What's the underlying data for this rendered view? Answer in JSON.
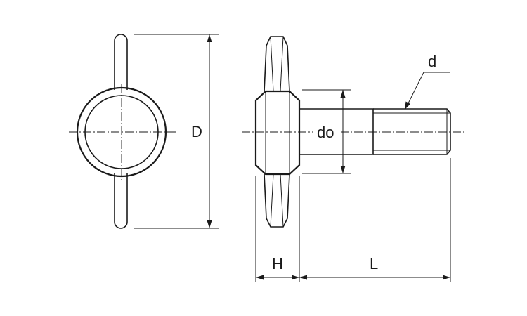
{
  "labels": {
    "D": "D",
    "H": "H",
    "L": "L",
    "do": "do",
    "d": "d"
  },
  "colors": {
    "line": "#1a1a1a",
    "background": "#ffffff"
  }
}
